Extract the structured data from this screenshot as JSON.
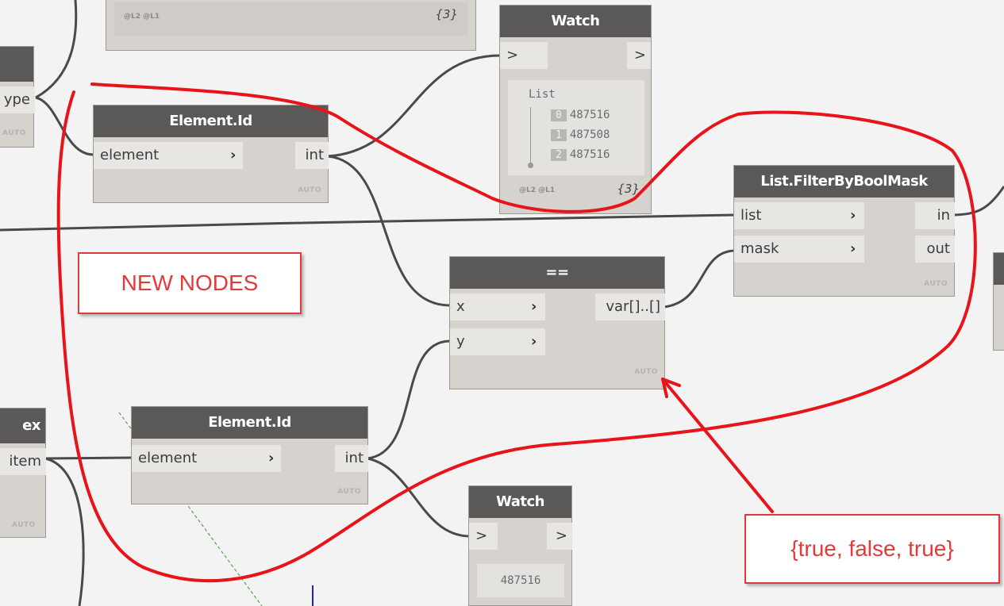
{
  "colors": {
    "wire": "#4a4a4a",
    "annotation": "#e23a3a",
    "header": "#5b5957",
    "node": "#d6d3cf"
  },
  "top_left_node": {
    "level_label": "@L2 @L1",
    "count": "{3}"
  },
  "left_node_1": {
    "port_label": "ype",
    "auto": "AUTO"
  },
  "element_id_1": {
    "title": "Element.Id",
    "in_port": "element",
    "out_port": "int",
    "auto": "AUTO"
  },
  "watch_1": {
    "title": "Watch",
    "in_chevron": ">",
    "out_chevron": ">",
    "list_label": "List",
    "items": [
      {
        "index": "0",
        "value": "487516"
      },
      {
        "index": "1",
        "value": "487508"
      },
      {
        "index": "2",
        "value": "487516"
      }
    ],
    "level_label": "@L2 @L1",
    "count": "{3}"
  },
  "filter_node": {
    "title": "List.FilterByBoolMask",
    "in_ports": [
      "list",
      "mask"
    ],
    "out_ports": [
      "in",
      "out"
    ],
    "auto": "AUTO"
  },
  "equals_node": {
    "title": "==",
    "in_ports": [
      "x",
      "y"
    ],
    "out_port": "var[]..[]",
    "auto": "AUTO"
  },
  "left_node_2": {
    "title_fragment": "ex",
    "port_label": "item",
    "auto": "AUTO"
  },
  "element_id_2": {
    "title": "Element.Id",
    "in_port": "element",
    "out_port": "int",
    "auto": "AUTO"
  },
  "watch_2": {
    "title": "Watch",
    "in_chevron": ">",
    "out_chevron": ">",
    "value": "487516"
  },
  "annotations": {
    "new_nodes": "NEW NODES",
    "result": "{true, false, true}"
  }
}
